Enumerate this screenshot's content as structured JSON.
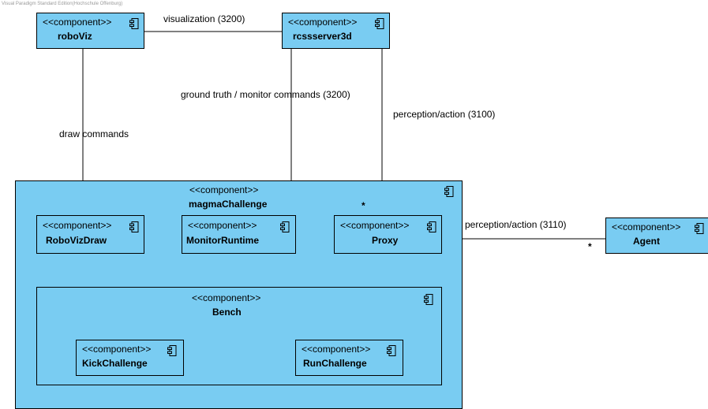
{
  "watermark": "Visual Paradigm Standard Edition(Hochschule Offenburg)",
  "stereotype": "<<component>>",
  "components": {
    "roboviz": "roboViz",
    "rcssserver3d": "rcssserver3d",
    "magmachallenge": "magmaChallenge",
    "roboviz_draw": "RoboVizDraw",
    "monitor_runtime": "MonitorRuntime",
    "proxy": "Proxy",
    "bench": "Bench",
    "kick_challenge": "KickChallenge",
    "run_challenge": "RunChallenge",
    "agent": "Agent"
  },
  "connectors": {
    "visualization": "visualization (3200)",
    "ground_truth": "ground truth / monitor commands (3200)",
    "perception_3100": "perception/action (3100)",
    "draw_commands": "draw commands",
    "perception_3110": "perception/action (3110)"
  },
  "multiplicity": {
    "proxy_top": "*",
    "agent_left": "*"
  },
  "colors": {
    "component_fill": "#79ccf2",
    "border": "#000000"
  },
  "icons": {
    "component": "component-icon"
  }
}
